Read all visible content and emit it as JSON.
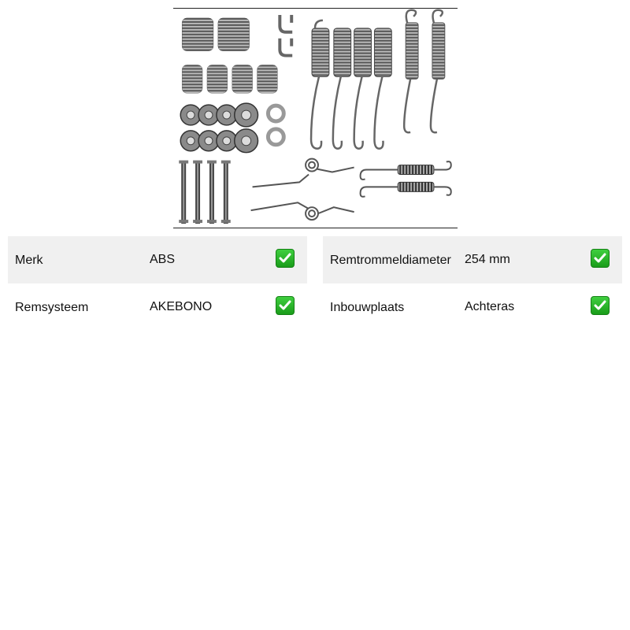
{
  "product": {
    "image_icon": "brake-shoe-fitting-kit-image",
    "background": "#ffffff"
  },
  "specs_left": [
    {
      "label": "Merk",
      "value": "ABS",
      "icon": "check-icon"
    },
    {
      "label": "Remsysteem",
      "value": "AKEBONO",
      "icon": "check-icon"
    }
  ],
  "specs_right": [
    {
      "label": "Remtrommeldiameter",
      "value": "254 mm",
      "icon": "check-icon"
    },
    {
      "label": "Inbouwplaats",
      "value": "Achteras",
      "icon": "check-icon"
    }
  ],
  "colors": {
    "row_shade": "#f0f0f0",
    "check": "#22b322"
  }
}
